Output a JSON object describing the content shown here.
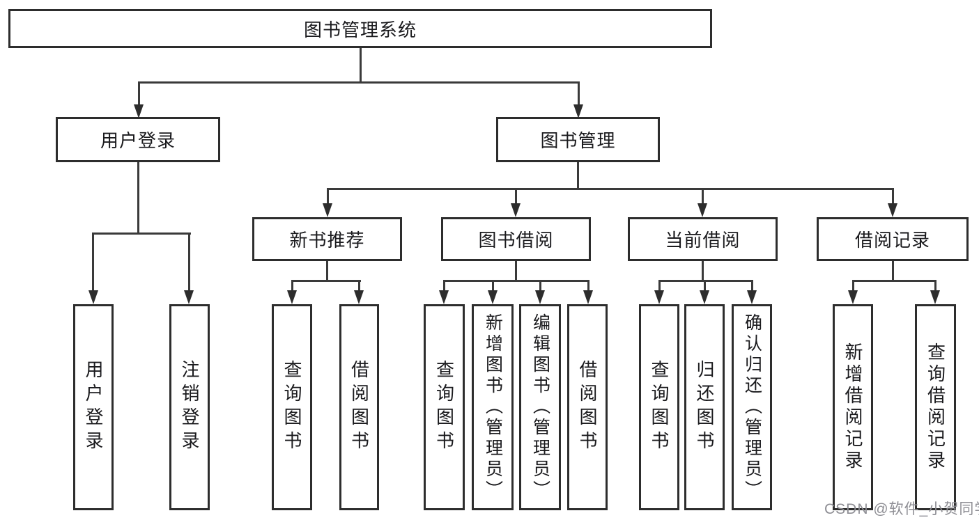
{
  "tree": {
    "root": "图书管理系统",
    "branches": [
      {
        "label": "用户登录",
        "leaves": [
          "用户登录",
          "注销登录"
        ]
      },
      {
        "label": "图书管理",
        "children": [
          {
            "label": "新书推荐",
            "leaves": [
              "查询图书",
              "借阅图书"
            ]
          },
          {
            "label": "图书借阅",
            "leaves": [
              "查询图书",
              "新增图书（管理员）",
              "编辑图书（管理员）",
              "借阅图书"
            ]
          },
          {
            "label": "当前借阅",
            "leaves": [
              "查询图书",
              "归还图书",
              "确认归还（管理员）"
            ]
          },
          {
            "label": "借阅记录",
            "leaves": [
              "新增借阅记录",
              "查询借阅记录"
            ]
          }
        ]
      }
    ]
  },
  "watermark": {
    "text": "CSDN @软件_小贺同学"
  },
  "colors": {
    "background": "#ffffff",
    "box_border": "#2d2d2d",
    "connector_line": "#3a3a3a",
    "text": "#1a1a1d",
    "watermark": "#8e8e94"
  }
}
